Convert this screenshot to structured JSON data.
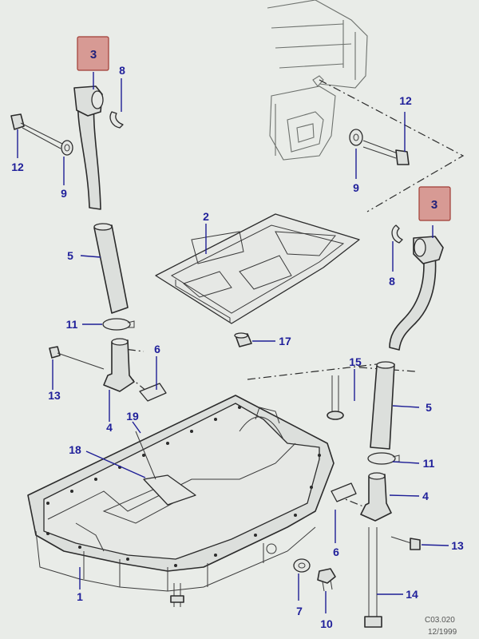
{
  "labels": {
    "pan": "1",
    "gasket": "2",
    "pipe_top": "3",
    "pipe_right": "3",
    "bracket_left": "4",
    "bracket_right": "4",
    "hose_left": "5",
    "hose_right": "5",
    "clip_left": "6",
    "clip_right": "6",
    "washer": "7",
    "ring_left": "8",
    "ring_right": "8",
    "washer_left": "9",
    "washer_right": "9",
    "drain_plug": "10",
    "clamp_left": "11",
    "clamp_right": "11",
    "bolt_top_left": "12",
    "bolt_top_right": "12",
    "bolt_left": "13",
    "bolt_right": "13",
    "bolt_long": "14",
    "bolt_mid": "15",
    "nut": "17",
    "baffle": "18",
    "strainer": "19"
  },
  "figure_code": "C03.020",
  "figure_date": "12/1999"
}
